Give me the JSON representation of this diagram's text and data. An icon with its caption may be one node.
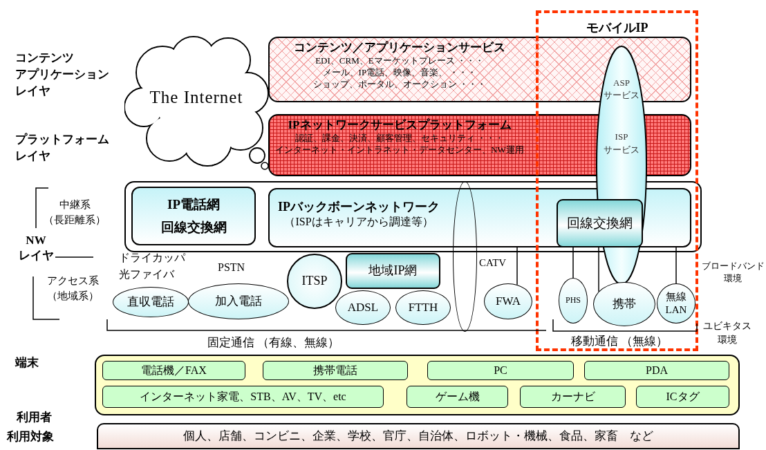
{
  "diagram": {
    "nodes": [
      {
        "text": [
          "The Internet"
        ]
      },
      {
        "text": [
          "コンテンツ／アプリケーションサービス",
          "EDI、CRM、Eマーケットプレース ・・・",
          "メール、IP電話、映像、音楽、 ・・・",
          "ショップ、ポータル、オークション ・・・"
        ]
      },
      {
        "text": [
          "IPネットワークサービスプラットフォーム",
          "認証、課金、決済、顧客管理、セキュリティ ・・・",
          "インターネット・イントラネット・データセンター、NW運用"
        ]
      },
      {
        "text": [
          "モバイルIP"
        ]
      },
      {
        "text": [
          "ASP",
          "サービス",
          "ISP",
          "サービス"
        ],
        "in": 3
      },
      {
        "text": [],
        "shape": "box"
      },
      {
        "text": [
          "IP電話網",
          "回線交換網"
        ],
        "in": 5
      },
      {
        "text": [
          "IPバックボーンネットワーク",
          "（ISPはキャリアから調達等）"
        ],
        "in": 5
      },
      {
        "text": [
          "回線交換網"
        ]
      },
      {
        "text": [
          "ITSP"
        ]
      },
      {
        "text": [
          "地域IP網"
        ]
      },
      {
        "text": [],
        "shape": "ellipse",
        "beside": [
          "CATV"
        ]
      },
      {
        "text": [
          "直収電話"
        ]
      },
      {
        "text": [
          "加入電話"
        ]
      },
      {
        "text": [
          "ADSL"
        ]
      },
      {
        "text": [
          "FTTH"
        ]
      },
      {
        "text": [
          "FWA"
        ]
      },
      {
        "text": [
          "PHS"
        ],
        "in": 3
      },
      {
        "text": [
          "携帯"
        ],
        "in": 3
      },
      {
        "text": [
          "無線LAN"
        ],
        "in": 3
      },
      {
        "text": [],
        "shape": "box"
      },
      {
        "text": [
          "電話機／FAX"
        ],
        "in": 20
      },
      {
        "text": [
          "携帯電話"
        ],
        "in": 20
      },
      {
        "text": [
          "PC"
        ],
        "in": 20
      },
      {
        "text": [
          "PDA"
        ],
        "in": 20
      },
      {
        "text": [
          "インターネット家電、STB、AV、TV、etc"
        ],
        "in": 20
      },
      {
        "text": [
          "ゲーム機"
        ],
        "in": 20
      },
      {
        "text": [
          "カーナビ"
        ],
        "in": 20
      },
      {
        "text": [
          "ICタグ"
        ],
        "in": 20
      },
      {
        "text": [
          "個人、店舗、コンビニ、企業、学校、官庁、自治体、ロボット・機械、食品、家畜　など"
        ]
      }
    ],
    "edges": [
      {
        "from": 16,
        "to": 7,
        "arrow": "none"
      },
      {
        "from": 17,
        "to": 8,
        "arrow": "none"
      },
      {
        "from": 18,
        "to": 8,
        "arrow": "none"
      },
      {
        "from": 19,
        "to": 7,
        "arrow": "none"
      }
    ],
    "labels": [
      "コンテンツ",
      "アプリケーション",
      "レイヤ",
      "プラットフォーム",
      "レイヤ",
      "中継系",
      "（長距離系）",
      "NW",
      "レイヤ",
      "アクセス系",
      "（地域系）",
      "ドライカッパ",
      "光ファイバ",
      "PSTN",
      "ブロードバンド",
      "環境",
      "固定通信 （有線、無線）",
      "移動通信 （無線）",
      "ユビキタス",
      "環境",
      "端末",
      "利用者",
      "利用対象"
    ]
  }
}
